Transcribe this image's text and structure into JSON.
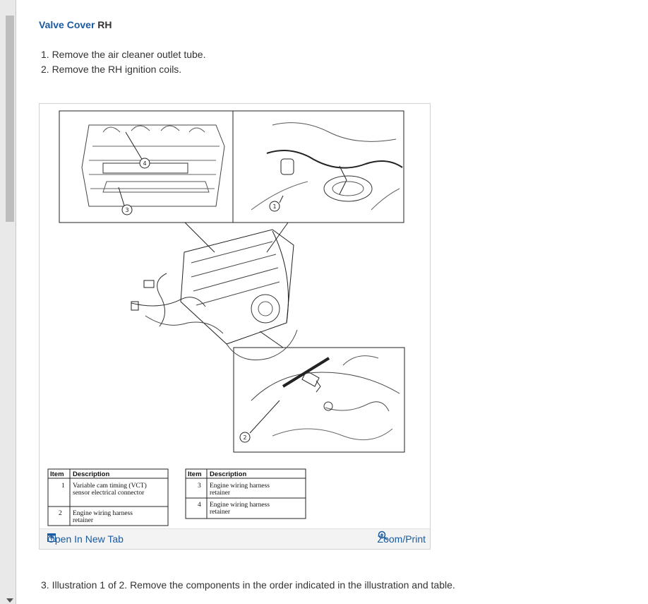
{
  "header": {
    "title_link": "Valve Cover",
    "title_rest": " RH"
  },
  "steps": [
    "1. Remove the air cleaner outlet tube.",
    "2. Remove the RH ignition coils."
  ],
  "figure": {
    "callouts": [
      "1",
      "2",
      "3",
      "4"
    ],
    "table_left": {
      "header_item": "Item",
      "header_desc": "Description",
      "rows": [
        {
          "item": "1",
          "line1": "Variable cam timing (VCT)",
          "line2": "sensor electrical connector"
        },
        {
          "item": "2",
          "line1": "Engine wiring harness",
          "line2": "retainer"
        }
      ]
    },
    "table_right": {
      "header_item": "Item",
      "header_desc": "Description",
      "rows": [
        {
          "item": "3",
          "line1": "Engine wiring harness",
          "line2": "retainer"
        },
        {
          "item": "4",
          "line1": "Engine wiring harness",
          "line2": "retainer"
        }
      ]
    },
    "open_tab_label": "Open In New Tab",
    "zoom_label": "Zoom/Print"
  },
  "bottom_step": "3. Illustration 1 of 2. Remove the components in the order indicated in the illustration and table.",
  "colors": {
    "link": "#1a5aa0",
    "text": "#333333"
  }
}
